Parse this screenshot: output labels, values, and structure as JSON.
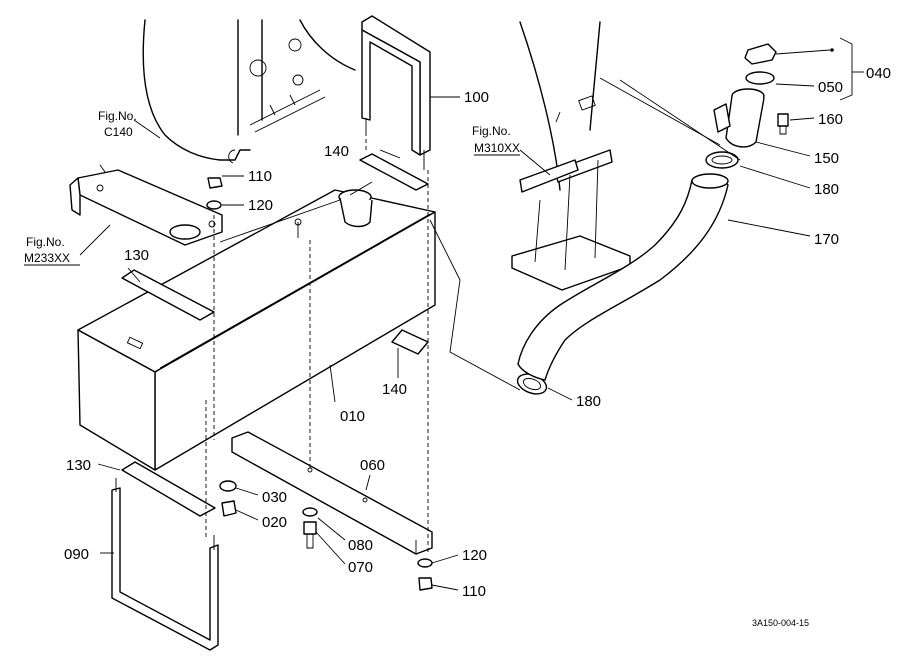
{
  "parts": {
    "p010": "010",
    "p020": "020",
    "p030": "030",
    "p040": "040",
    "p050": "050",
    "p060": "060",
    "p070": "070",
    "p080": "080",
    "p090": "090",
    "p100": "100",
    "p110a": "110",
    "p110b": "110",
    "p120a": "120",
    "p120b": "120",
    "p130a": "130",
    "p130b": "130",
    "p140a": "140",
    "p140b": "140",
    "p150": "150",
    "p160": "160",
    "p170": "170",
    "p180a": "180",
    "p180b": "180"
  },
  "refs": {
    "c140_l1": "Fig.No.",
    "c140_l2": "C140",
    "m233_l1": "Fig.No.",
    "m233_l2": "M233XX",
    "m310_l1": "Fig.No.",
    "m310_l2": "M310XX"
  },
  "drawing_code": "3A150-004-15"
}
